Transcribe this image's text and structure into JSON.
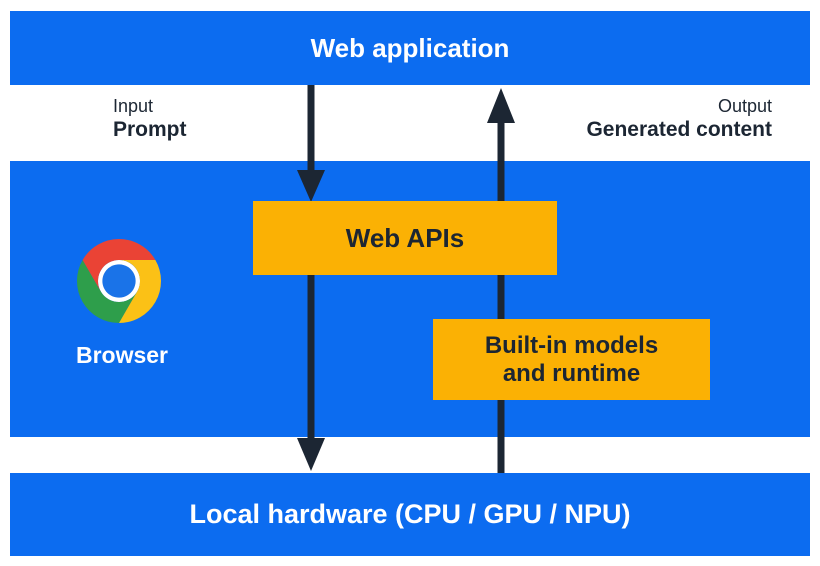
{
  "colors": {
    "layer_blue": "#0c6cf0",
    "box_yellow": "#fbb104",
    "arrow_navy": "#1c2633",
    "text_white": "#ffffff",
    "chrome_red": "#ea4335",
    "chrome_yellow": "#fbc116",
    "chrome_green": "#2e9e4b",
    "chrome_blue": "#1a73e8"
  },
  "layers": {
    "web_application": {
      "label": "Web application"
    },
    "browser": {
      "label": "Browser",
      "web_apis": {
        "label": "Web APIs"
      },
      "builtin_models": {
        "line1": "Built-in models",
        "line2": "and runtime"
      }
    },
    "local_hardware": {
      "label": "Local hardware (CPU / GPU / NPU)"
    }
  },
  "flows": {
    "input": {
      "title": "Input",
      "value": "Prompt"
    },
    "output": {
      "title": "Output",
      "value": "Generated content"
    }
  },
  "icons": {
    "chrome": "chrome-logo"
  }
}
